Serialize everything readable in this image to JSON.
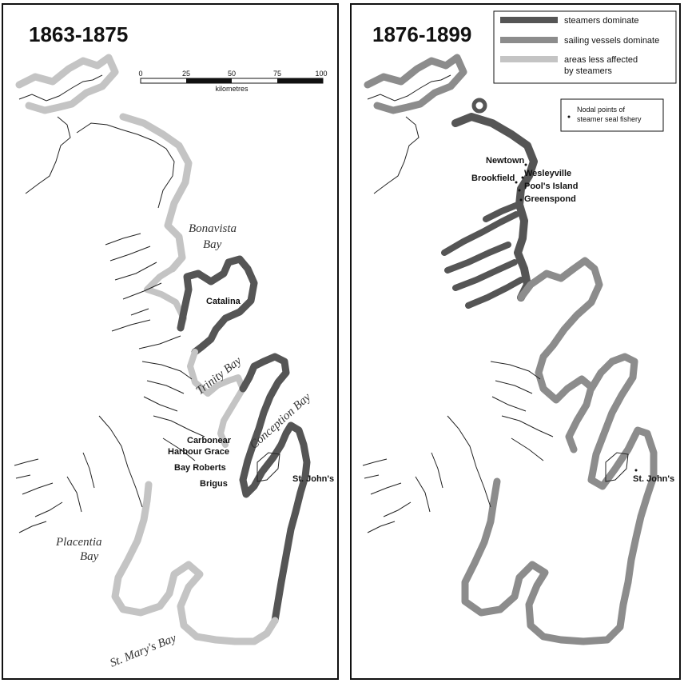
{
  "panels": [
    {
      "title": "1863-1875"
    },
    {
      "title": "1876-1899"
    }
  ],
  "scale_bar": {
    "ticks": [
      "0",
      "25",
      "50",
      "75",
      "100"
    ],
    "unit": "kilometres"
  },
  "legend": {
    "items": [
      {
        "label": "steamers dominate",
        "color": "#555555"
      },
      {
        "label": "sailing vessels dominate",
        "color": "#8c8c8c"
      },
      {
        "label_line1": "areas less affected",
        "label_line2": "by steamers",
        "color": "#c4c4c4"
      }
    ],
    "nodal_line1": "Nodal points of",
    "nodal_line2": "steamer seal fishery"
  },
  "bays": {
    "bonavista_1": "Bonavista",
    "bonavista_2": "Bay",
    "trinity": "Trinity Bay",
    "conception": "Conception Bay",
    "placentia_1": "Placentia",
    "placentia_2": "Bay",
    "st_marys": "St. Mary's Bay"
  },
  "places_left": {
    "catalina": "Catalina",
    "carbonear": "Carbonear",
    "harbour_grace": "Harbour Grace",
    "bay_roberts": "Bay Roberts",
    "brigus": "Brigus",
    "st_johns": "St. John's"
  },
  "places_right": {
    "newtown": "Newtown",
    "wesleyville": "Wesleyville",
    "brookfield": "Brookfield",
    "pools_island": "Pool's Island",
    "greenspond": "Greenspond",
    "st_johns": "St. John's"
  },
  "colors": {
    "steamer": "#555555",
    "sailing": "#8c8c8c",
    "less": "#c4c4c4",
    "coast": "#222222"
  }
}
